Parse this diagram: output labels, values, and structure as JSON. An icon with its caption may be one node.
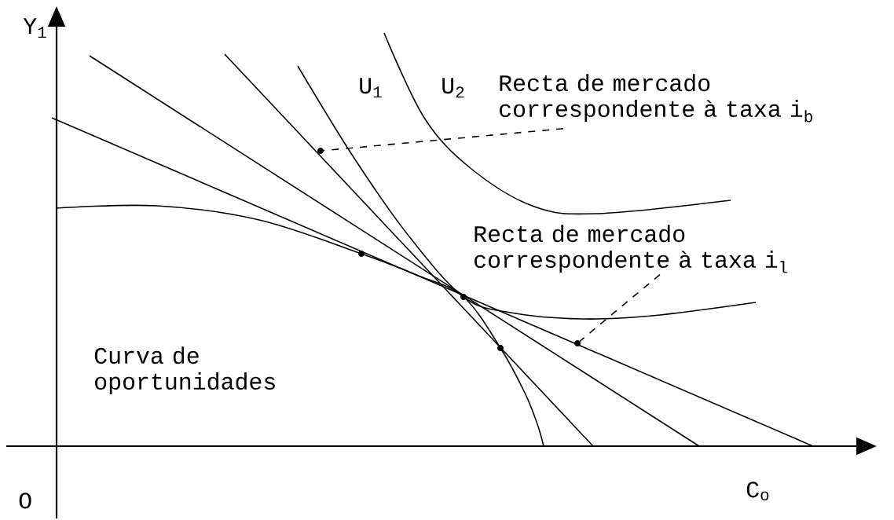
{
  "diagram": {
    "nodes": [
      {
        "text": [
          "Recta de mercado correspondente à taxa i$_{b}$"
        ]
      },
      {
        "text": [],
        "shape": "circle"
      },
      {
        "text": [
          "Recta de mercado correspondente à taxa i$_{l}$"
        ]
      },
      {
        "text": [],
        "shape": "circle"
      }
    ],
    "edges": [
      {
        "from": 0,
        "to": 1,
        "arrow": "none",
        "style": "dashed"
      },
      {
        "from": 2,
        "to": 3,
        "arrow": "none",
        "style": "dashed"
      }
    ],
    "labels": [
      "Y$_{1}$",
      "U$_{1}$",
      "U$_{2}$",
      "Curva de oportunidades",
      "O",
      "C$_{o}$"
    ]
  }
}
